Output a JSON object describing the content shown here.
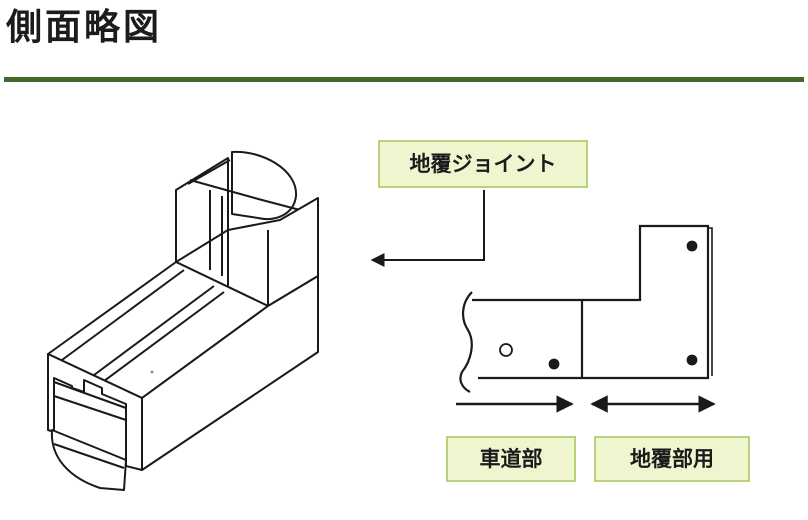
{
  "page": {
    "title": "側面略図"
  },
  "labels": {
    "joint": "地覆ジョイント",
    "road": "車道部",
    "cover": "地覆部用"
  },
  "colors": {
    "accent_rule": "#3f6a2a",
    "label_fill": "#eef5cf",
    "label_border": "#b6d27a"
  }
}
